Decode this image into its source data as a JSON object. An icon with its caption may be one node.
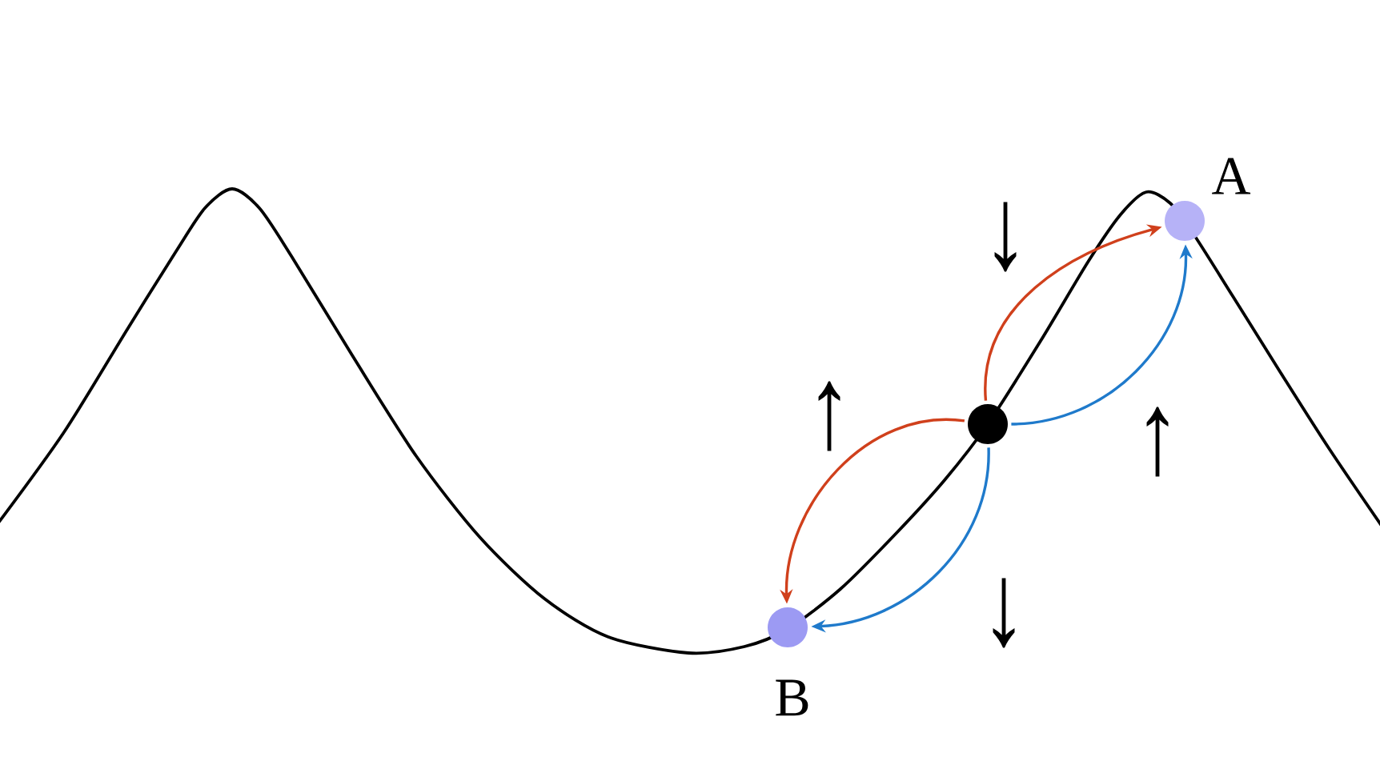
{
  "diagram": {
    "nodes": [
      {
        "text": [],
        "shape": "circle"
      },
      {
        "text": [],
        "shape": "circle",
        "beside": [
          "A"
        ]
      },
      {
        "text": [],
        "shape": "circle",
        "beside": [
          "B"
        ]
      }
    ],
    "edges": [
      {
        "from": 0,
        "to": 1,
        "arrow": "to",
        "label": "↓",
        "color": "#d0401c"
      },
      {
        "from": 0,
        "to": 2,
        "arrow": "to",
        "label": "↑",
        "color": "#d0401c"
      },
      {
        "from": 0,
        "to": 1,
        "arrow": "to",
        "label": "↑",
        "color": "#1f7acb"
      },
      {
        "from": 0,
        "to": 2,
        "arrow": "to",
        "label": "↓",
        "color": "#1f7acb"
      }
    ]
  }
}
